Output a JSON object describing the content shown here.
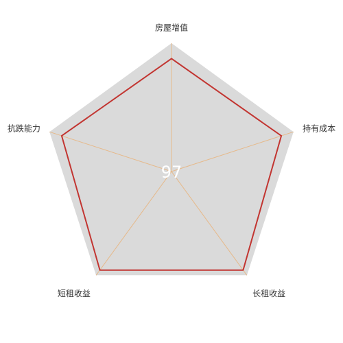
{
  "chart_data": {
    "type": "radar",
    "indicators": [
      "房屋增值",
      "持有成本",
      "长租收益",
      "短租收益",
      "抗跌能力"
    ],
    "max": 100,
    "series": [
      {
        "values": [
          88,
          90,
          95,
          95,
          90
        ]
      }
    ],
    "center_value": "97",
    "grid": true,
    "colors": {
      "background": "#dadada",
      "axis": "#e6b98a",
      "series_line": "#c23531"
    }
  }
}
